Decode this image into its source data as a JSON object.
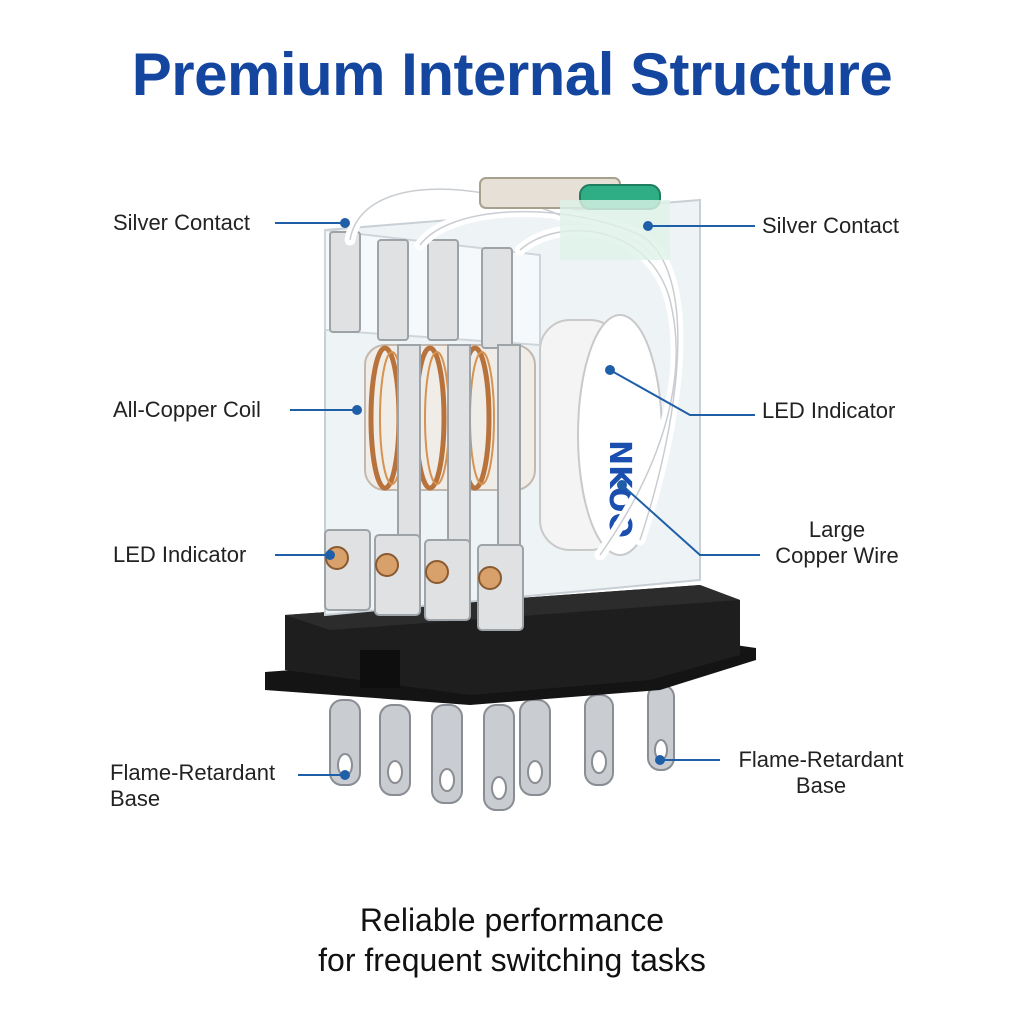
{
  "title": "Premium Internal Structure",
  "labels": {
    "silver_contact_left": "Silver Contact",
    "silver_contact_right": "Silver Contact",
    "all_copper_coil": "All-Copper Coil",
    "led_indicator_right": "LED Indicator",
    "led_indicator_left": "LED Indicator",
    "large_copper_wire_line1": "Large",
    "large_copper_wire_line2": "Copper Wire",
    "flame_base_left_line1": "Flame-Retardant",
    "flame_base_left_line2": "Base",
    "flame_base_right_line1": "Flame-Retardant",
    "flame_base_right_line2": "Base"
  },
  "caption": {
    "line1": "Reliable performance",
    "line2": "for frequent switching tasks"
  },
  "colors": {
    "title": "#1446a0",
    "leader": "#1f5fa8",
    "dot": "#1f5fa8"
  }
}
